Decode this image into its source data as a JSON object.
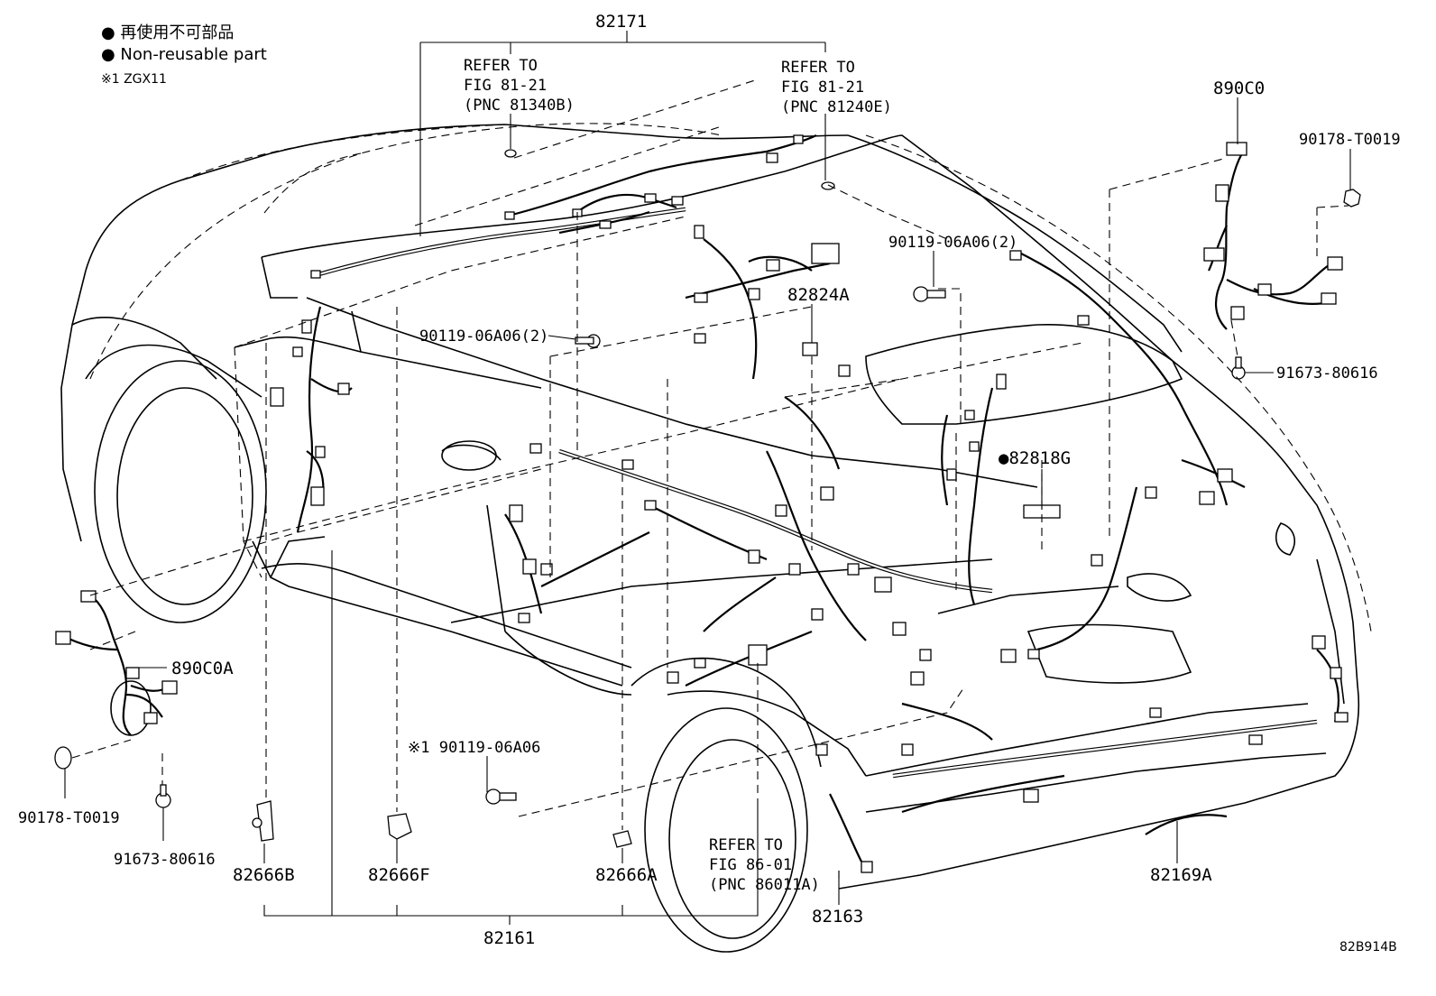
{
  "legend": {
    "line1": "● 再使用不可部品",
    "line2": "● Non-reusable part",
    "line3": "※1 ZGX11"
  },
  "parts": {
    "p82171": "82171",
    "ref_left_1": "REFER TO",
    "ref_left_2": "FIG 81-21",
    "ref_left_3": "(PNC 81340B)",
    "ref_right_1": "REFER TO",
    "ref_right_2": "FIG 81-21",
    "ref_right_3": "(PNC 81240E)",
    "p890C0": "890C0",
    "p90178_top": "90178-T0019",
    "p90119_top": "90119-06A06(2)",
    "p82824A": "82824A",
    "p90119_left": "90119-06A06(2)",
    "p91673_right": "91673-80616",
    "p82818G": "●82818G",
    "p890C0A": "890C0A",
    "p90119_single": "※1 90119-06A06",
    "p90178_bottom": "90178-T0019",
    "p91673_bottom": "91673-80616",
    "ref_bottom_1": "REFER TO",
    "ref_bottom_2": "FIG 86-01",
    "ref_bottom_3": "(PNC 86011A)",
    "p82666B": "82666B",
    "p82666F": "82666F",
    "p82666A": "82666A",
    "p82163": "82163",
    "p82169A": "82169A",
    "p82161": "82161",
    "illustration_code": "82B914B"
  }
}
